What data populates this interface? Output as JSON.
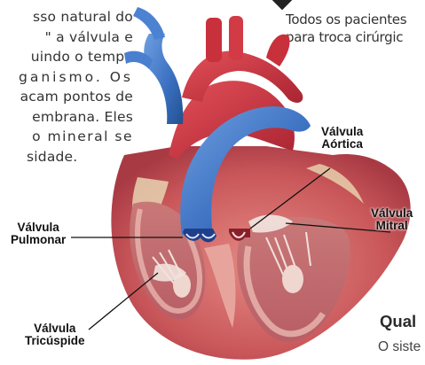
{
  "left_paragraph": {
    "lines": [
      "sso natural do",
      "\" a válvula e",
      "uindo o tempo",
      "ganismo. Os",
      "acam pontos de",
      "embrana. Eles",
      "o mineral se",
      "sidade."
    ]
  },
  "right_top_paragraph": {
    "lines": [
      "Todos os pacientes",
      "para troca cirúrgic"
    ]
  },
  "bottom_right": {
    "heading": "Qual",
    "para_line1": "O siste",
    "para_line2": "..."
  },
  "labels": {
    "aortic": [
      "Válvula",
      "Aórtica"
    ],
    "mitral": [
      "Válvula",
      "Mitral"
    ],
    "pulmonary": [
      "Válvula",
      "Pulmonar"
    ],
    "tricuspid": [
      "Válvula",
      "Tricúspide"
    ]
  },
  "colors": {
    "vessel_blue": "#3a74c4",
    "vessel_red": "#c8303c",
    "myocardium": "#d96a6a",
    "inner_wall": "#e7a49c",
    "fat": "#e9d9b8"
  }
}
